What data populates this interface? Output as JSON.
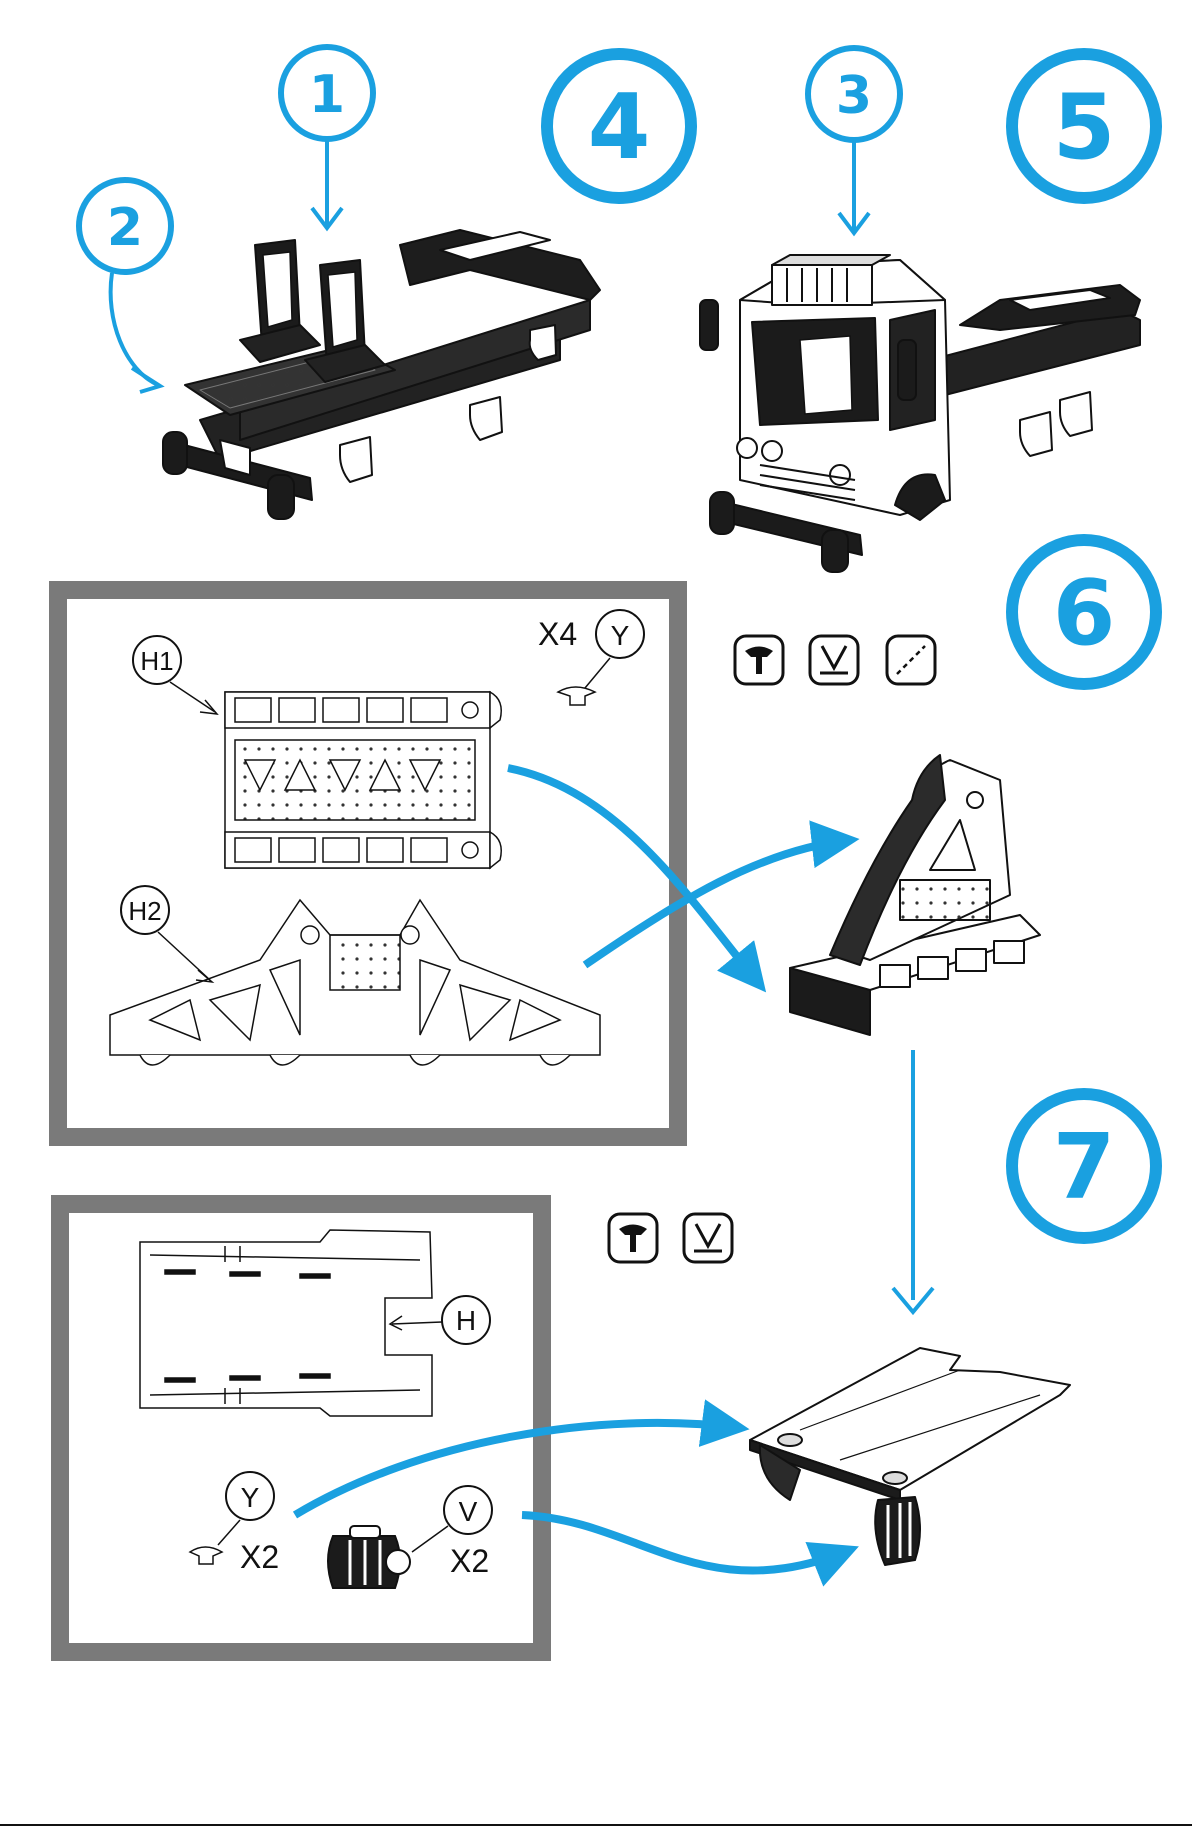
{
  "colors": {
    "accent": "#1aa0e0",
    "frame": "#7a7a7a",
    "ink": "#111111"
  },
  "steps": {
    "s1": "1",
    "s2": "2",
    "s3": "3",
    "s4": "4",
    "s5": "5",
    "s6": "6",
    "s7": "7"
  },
  "panel_a": {
    "h1": "H1",
    "h2": "H2",
    "y": "Y",
    "y_qty": "X4"
  },
  "panel_b": {
    "h": "H",
    "y": "Y",
    "y_qty": "X2",
    "v": "V",
    "v_qty": "X2"
  },
  "icons": {
    "step6": [
      "peg-icon",
      "bend-icon",
      "snap-icon"
    ],
    "step7": [
      "peg-icon",
      "bend-icon"
    ]
  }
}
